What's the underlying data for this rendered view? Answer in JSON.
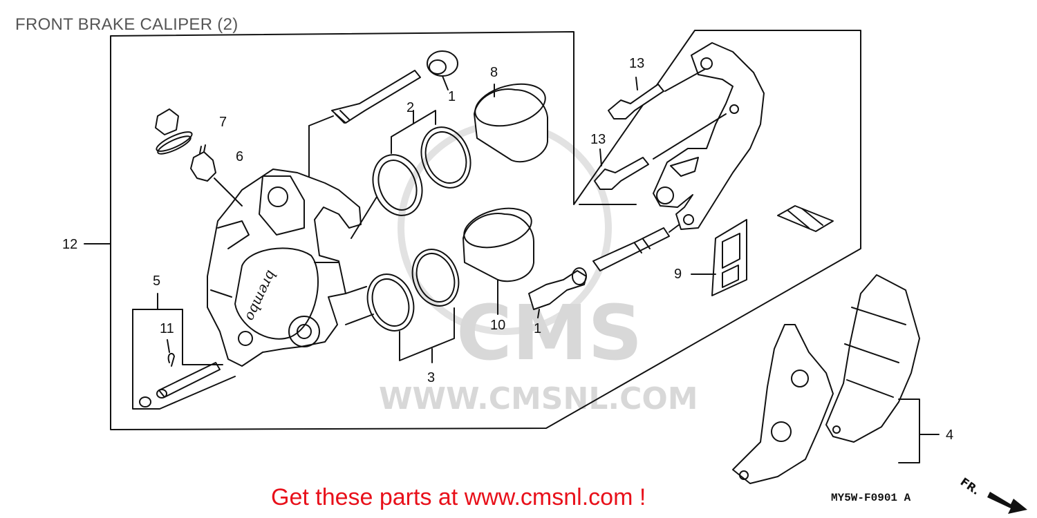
{
  "header": {
    "title": "FRONT BRAKE CALIPER (2)"
  },
  "callouts": [
    "1",
    "1",
    "2",
    "3",
    "4",
    "5",
    "6",
    "7",
    "8",
    "9",
    "10",
    "11",
    "12",
    "13",
    "13"
  ],
  "watermark": {
    "logo": "CMS",
    "url": "WWW.CMSNL.COM"
  },
  "caliper_brand": "brembo",
  "direction_marker": "FR.",
  "footer": {
    "cta": "Get these parts at www.cmsnl.com !",
    "diagram_code": "MY5W-F0901 A"
  },
  "colors": {
    "cta": "#e8101a",
    "line": "#111111",
    "watermark": "#d8d8d8",
    "title": "#555555"
  }
}
